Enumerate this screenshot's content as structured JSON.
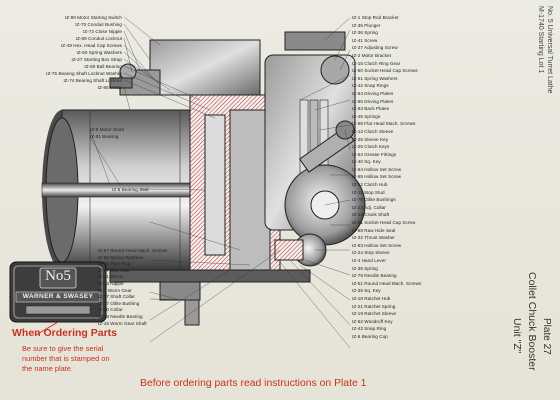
{
  "header_series": "No. 5 Universal Turret Lathe",
  "header_serial": "M-1740 Starting Lot 1",
  "plate": "Plate 27",
  "title": "Collet Chuck Booster",
  "unit": "Unit \"Z\"",
  "footer_note": "Before ordering parts read instructions on Plate 1",
  "ordering": {
    "heading": "When Ordering Parts",
    "body": [
      "Be sure to give the serial",
      "number that is stamped on",
      "the name plate."
    ]
  },
  "nameplate": {
    "number": "No5",
    "brand": "WARNER & SWASEY"
  },
  "labels_left_top": [
    "IZ-90 Motor Starting Switch",
    "IZ-70 Conduit Bushing",
    "IZ-72 Close Nipple",
    "IZ-69 Conduit Locknut",
    "IZ-49 Hex. Head Cap Screws",
    "IZ-60 Spring Washers",
    "IZ-27 Starting Box Strap",
    "IZ-80 Ball Bearing",
    "IZ-75 Bearing Shaft Locknut Washer",
    "IZ-74 Bearing Shaft Locknut",
    "IZ-86 Motor"
  ],
  "labels_left_mid": [
    "IZ-9 Motor Shaft",
    "IZ-81 Bearing"
  ],
  "label_bearing_seal": "IZ-6 Bearing Seal",
  "labels_left_bottom": [
    "IZ-57 Round Head Mach. Screws",
    "IZ-59 Spring Washers",
    "IZ-66 Pipe Plug",
    "IZ-67 Gits Oiler",
    "IZ-71 Elbow",
    "IZ-73 Nipple",
    "IZ-7 Worm Gear",
    "IZ-17 Shaft Collar",
    "IZ-77 Oilite Bushing",
    "IZ-20 Collar",
    "IZ-78 Needle Bearing",
    "IZ-16 Worm Gear Shaft"
  ],
  "labels_right": [
    "IZ-1 Stop Rod Bracket",
    "IZ-35 Plunger",
    "IZ-36 Spring",
    "IZ-41 Screw",
    "IZ-37 Adjusting Screw",
    "IZ-2 Motor Bracket",
    "IZ-15 Clutch Ring Gear",
    "IZ-50 Socket Head Cap Screws",
    "IZ-61 Spring Washers",
    "IZ-42 Snap Rings",
    "IZ-84 Driving Plates",
    "IZ-85 Driving Plates",
    "IZ-83 Back Plates",
    "IZ-45 Springs",
    "IZ-58 Flat Head Mach. Screws",
    "IZ-13 Clutch Sleeve",
    "IZ-26 Sleeve Key",
    "IZ-25 Clutch Keys",
    "IZ-64 Grease Fittings",
    "IZ-40 Sq. Key",
    "IZ-64 Hollow Set Screw",
    "IZ-65 Hollow Set Screw",
    "IZ-12 Clutch Hub",
    "IZ-11 Stop Stud",
    "IZ-76 Oilite Bushings",
    "IZ-23 Adj. Collar",
    "IZ-14 Crank Shaft",
    "IZ-51 Socket Head Cap Screw",
    "IZ-68 Raw Hide Seal",
    "IZ-32 Thrust Washer",
    "IZ-63 Hollow Set Screw",
    "IZ-24 Stop Sleeve",
    "IZ-4 Hand Lever",
    "IZ-38 Spring",
    "IZ-79 Needle Bearing",
    "IZ-51 Round Head Mach. Screws",
    "IZ-39 Sq. Key",
    "IZ-18 Ratchet Hub",
    "IZ-21 Ratchet Spring",
    "IZ-19 Ratchet Sleeve",
    "IZ-62 Woodruff Key",
    "IZ-43 Snap Ring",
    "IZ-5 Bearing Cup"
  ]
}
